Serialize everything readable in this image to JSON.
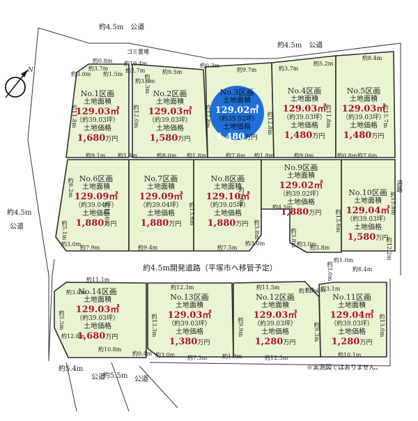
{
  "colors": {
    "lot_fill": "#e9f4d3",
    "lot_stroke": "#2c2c2c",
    "highlight": "#1f6fd6",
    "price_text": "#b0122a",
    "road_fill": "#ffffff"
  },
  "icons": {
    "north": "north-arrow-icon"
  },
  "compass_label": "N",
  "labels": {
    "area_label": "土地面積",
    "price_label": "土地価格",
    "unit": "万円"
  },
  "lots": [
    {
      "name": "No.1区画",
      "area": "129.03㎡",
      "tsubo": "（約39.03坪）",
      "price": "1,680"
    },
    {
      "name": "No.2区画",
      "area": "129.03㎡",
      "tsubo": "（約39.03坪）",
      "price": "1,580"
    },
    {
      "name": "No.3区画",
      "area": "129.02㎡",
      "tsubo": "（約39.02坪）",
      "price": "1,480"
    },
    {
      "name": "No.4区画",
      "area": "129.03㎡",
      "tsubo": "（約39.03坪）",
      "price": "1,480"
    },
    {
      "name": "No.5区画",
      "area": "129.03㎡",
      "tsubo": "（約39.03坪）",
      "price": "1,480"
    },
    {
      "name": "No.6区画",
      "area": "129.09㎡",
      "tsubo": "（約39.04坪）",
      "price": "1,880"
    },
    {
      "name": "No.7区画",
      "area": "129.09㎡",
      "tsubo": "（約39.04坪）",
      "price": "1,880"
    },
    {
      "name": "No.8区画",
      "area": "129.10㎡",
      "tsubo": "（約39.05坪）",
      "price": "1,880"
    },
    {
      "name": "No.9区画",
      "area": "129.02㎡",
      "tsubo": "（約39.02坪）",
      "price": "1,880"
    },
    {
      "name": "No.10区画",
      "area": "129.04㎡",
      "tsubo": "（約39.03坪）",
      "price": "1,580"
    },
    {
      "name": "No.11区画",
      "area": "129.04㎡",
      "tsubo": "（約39.03坪）",
      "price": "1,280"
    },
    {
      "name": "No.12区画",
      "area": "129.03㎡",
      "tsubo": "（約39.03坪）",
      "price": "1,280"
    },
    {
      "name": "No.13区画",
      "area": "129.03㎡",
      "tsubo": "（約39.03坪）",
      "price": "1,380"
    },
    {
      "name": "No.14区画",
      "area": "129.03㎡",
      "tsubo": "（約39.03坪）",
      "price": "1,680"
    }
  ],
  "roads": {
    "top": "約4.5m　公道",
    "top_right": "約4.5m　公道",
    "left_w": "約4.5m",
    "left_l": "公道",
    "dev": "約4.5m開発道路（平塚市へ移管予定）",
    "bot_a_w": "約5.4m",
    "bot_a_l": "公道",
    "bot_b_w": "約5.5m",
    "bot_b_l": "公道",
    "right": "通路",
    "trash": "ゴミ置場"
  },
  "dims": [
    "約0.8m",
    "約19.4m",
    "約3.0m",
    "約3.7m",
    "約1.5m",
    "約2.7m",
    "約3.5m",
    "約2.3m",
    "約9.5m",
    "約0.3m",
    "約9.7m",
    "約3.7m",
    "約5.2m",
    "約8.4m",
    "約11.8m",
    "約12.0m",
    "約12.8m",
    "約12.8m",
    "約11.8m",
    "約15.7m",
    "約9.1m",
    "約1.4m",
    "約8.0m",
    "約1.8m",
    "約7.8m",
    "約1.8m",
    "約9.0m",
    "約0.8m",
    "約7.6m",
    "約6.2m",
    "約5.1m",
    "約3.0m",
    "約7.9m",
    "約13.6m",
    "約9.4m",
    "約13.6m",
    "約7.6m",
    "約7.5m",
    "約3.0m",
    "約3.8m",
    "約4.5m",
    "約3.8m",
    "約3.0m",
    "約3.8m",
    "約13.6m",
    "約15.8m",
    "約1.0m",
    "約3.0m",
    "約8.4m",
    "約12.2m",
    "約11.1m",
    "約12.3m",
    "約11.5m",
    "約1.5m",
    "約3.1m",
    "約3.0m",
    "約5.5m",
    "約12.8m",
    "約13.3m",
    "約9.9m",
    "約1.3m",
    "約9.3m",
    "約13.0m",
    "約10.8m",
    "約0.4m",
    "約3.0m",
    "約7.5m",
    "約1.9m",
    "約12.5m",
    "約10.1m"
  ],
  "note": "※実測図ではありません。"
}
